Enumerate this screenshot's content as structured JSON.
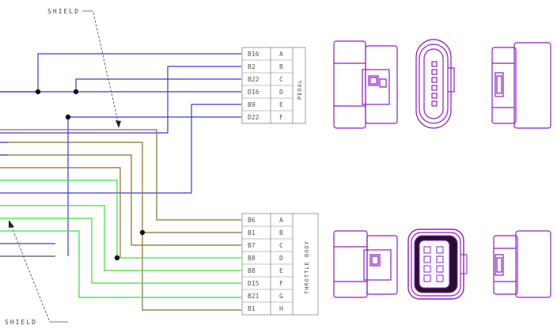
{
  "colors": {
    "blue": "#3b3bd0",
    "gold": "#8a6d2c",
    "green": "#3ddc3d",
    "connector": "#8a1fc8",
    "table": "#888888",
    "black": "#111111"
  },
  "labels": {
    "shield_top": "SHIELD",
    "shield_bottom": "SHIELD"
  },
  "pedal_connector": {
    "name": "PEDAL",
    "rows": [
      {
        "circuit": "B16",
        "pin": "A"
      },
      {
        "circuit": "B2",
        "pin": "B"
      },
      {
        "circuit": "B22",
        "pin": "C"
      },
      {
        "circuit": "D16",
        "pin": "D"
      },
      {
        "circuit": "B9",
        "pin": "E"
      },
      {
        "circuit": "D22",
        "pin": "F"
      }
    ]
  },
  "throttle_connector": {
    "name": "THROTTLE BODY",
    "rows": [
      {
        "circuit": "B6",
        "pin": "A"
      },
      {
        "circuit": "B1",
        "pin": "B"
      },
      {
        "circuit": "B7",
        "pin": "C"
      },
      {
        "circuit": "B8",
        "pin": "D"
      },
      {
        "circuit": "B8",
        "pin": "E"
      },
      {
        "circuit": "D15",
        "pin": "F"
      },
      {
        "circuit": "B21",
        "pin": "G"
      },
      {
        "circuit": "B1",
        "pin": "H"
      }
    ]
  },
  "icons": {
    "pedal_side": "connector-side-view-icon",
    "pedal_face": "connector-6pin-face-icon",
    "pedal_rear": "connector-rear-view-icon",
    "throttle_side": "connector-side-view-icon",
    "throttle_face": "connector-8pin-face-icon",
    "throttle_rear": "connector-rear-view-icon"
  }
}
